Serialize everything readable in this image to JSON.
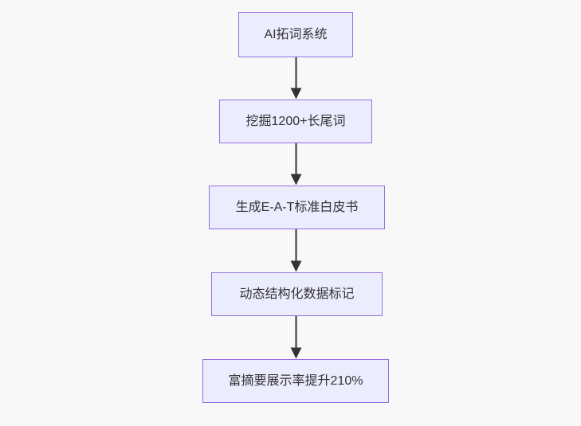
{
  "diagram": {
    "type": "flowchart",
    "direction": "top-down",
    "colors": {
      "background": "#f8f8f8",
      "node-fill": "#ECECFF",
      "node-border": "#9370DB",
      "arrow": "#333333",
      "text": "#333333"
    },
    "nodes": [
      {
        "id": "step-1",
        "label": "AI拓词系统"
      },
      {
        "id": "step-2",
        "label": "挖掘1200+长尾词"
      },
      {
        "id": "step-3",
        "label": "生成E-A-T标准白皮书"
      },
      {
        "id": "step-4",
        "label": "动态结构化数据标记"
      },
      {
        "id": "step-5",
        "label": "富摘要展示率提升210%"
      }
    ],
    "edges": [
      {
        "from": "step-1",
        "to": "step-2"
      },
      {
        "from": "step-2",
        "to": "step-3"
      },
      {
        "from": "step-3",
        "to": "step-4"
      },
      {
        "from": "step-4",
        "to": "step-5"
      }
    ]
  }
}
